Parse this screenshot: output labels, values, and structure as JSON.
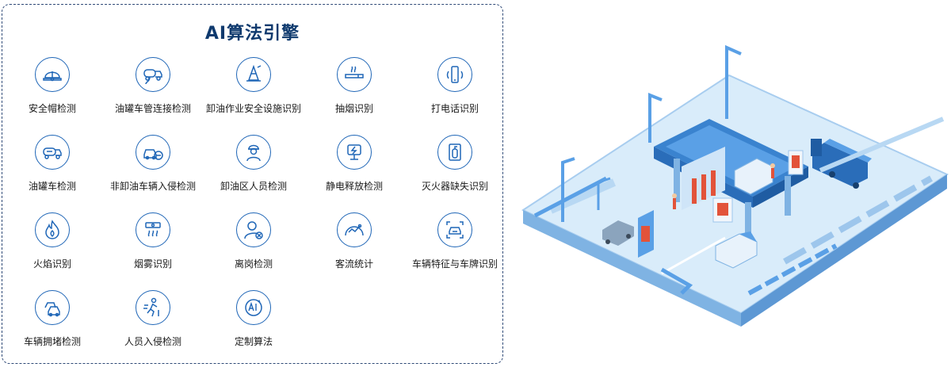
{
  "panel": {
    "title": "AI算法引擎"
  },
  "items": [
    {
      "label": "安全帽检测",
      "icon": "helmet-icon"
    },
    {
      "label": "油罐车管连接检测",
      "icon": "tanker-hose-icon"
    },
    {
      "label": "卸油作业安全设施识别",
      "icon": "traffic-cone-icon"
    },
    {
      "label": "抽烟识别",
      "icon": "cigarette-icon"
    },
    {
      "label": "打电话识别",
      "icon": "phone-icon"
    },
    {
      "label": "油罐车检测",
      "icon": "tanker-truck-icon"
    },
    {
      "label": "非卸油车辆入侵检测",
      "icon": "car-forbidden-icon"
    },
    {
      "label": "卸油区人员检测",
      "icon": "worker-icon"
    },
    {
      "label": "静电释放检测",
      "icon": "static-discharge-icon"
    },
    {
      "label": "灭火器缺失识别",
      "icon": "extinguisher-icon"
    },
    {
      "label": "火焰识别",
      "icon": "flame-icon"
    },
    {
      "label": "烟雾识别",
      "icon": "smoke-icon"
    },
    {
      "label": "离岗检测",
      "icon": "person-absent-icon"
    },
    {
      "label": "客流统计",
      "icon": "flow-stats-icon"
    },
    {
      "label": "车辆特征与车牌识别",
      "icon": "license-plate-icon"
    },
    {
      "label": "车辆拥堵检测",
      "icon": "traffic-jam-icon"
    },
    {
      "label": "人员入侵检测",
      "icon": "intrusion-icon"
    },
    {
      "label": "定制算法",
      "icon": "ai-custom-icon"
    }
  ],
  "colors": {
    "accent": "#1f66b7",
    "title": "#0f3a6e",
    "border": "#2f4a77"
  }
}
